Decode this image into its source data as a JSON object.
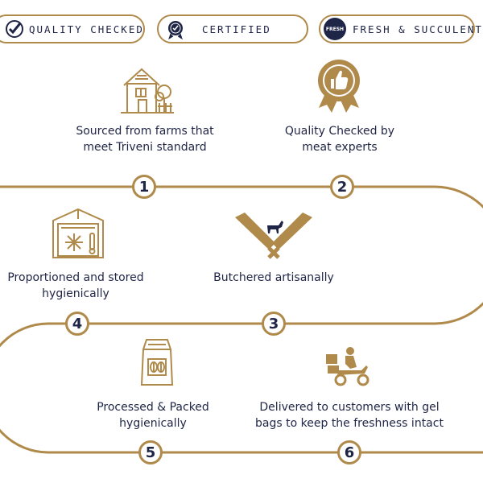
{
  "badges": {
    "quality": "QUALITY CHECKED",
    "certified": "CERTIFIED",
    "fresh": "FRESH & SUCCULENT",
    "fresh_icon_text": "FRESH"
  },
  "steps": [
    {
      "number": "1",
      "line1": "Sourced from farms that",
      "line2": "meet Triveni standard",
      "icon": "farm-house-icon"
    },
    {
      "number": "2",
      "line1": "Quality Checked by",
      "line2": "meat experts",
      "icon": "thumbs-up-medal-icon"
    },
    {
      "number": "3",
      "line1": "Butchered artisanally",
      "icon": "crossed-cleavers-goat-icon"
    },
    {
      "number": "4",
      "line1": "Proportioned and stored",
      "line2": "hygienically",
      "icon": "cold-storage-icon"
    },
    {
      "number": "5",
      "line1": "Processed & Packed",
      "line2": "hygienically",
      "icon": "packed-bag-icon"
    },
    {
      "number": "6",
      "line1": "Delivered to customers with gel",
      "line2": "bags to keep the freshness intact",
      "icon": "delivery-scooter-icon"
    }
  ],
  "colors": {
    "gold": "#b08a4a",
    "navy": "#1f2546"
  }
}
